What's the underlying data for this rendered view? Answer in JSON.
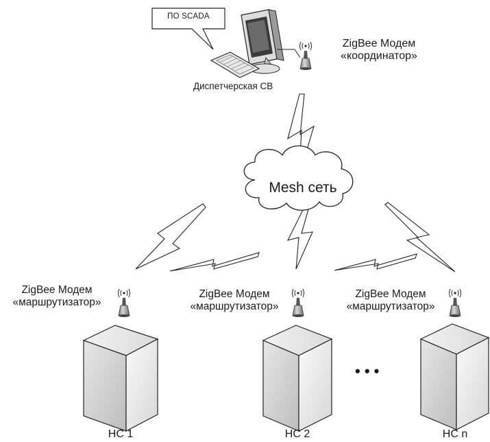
{
  "callout": {
    "text": "ПО SCADA"
  },
  "dispatcher": {
    "label": "Диспетчерская СВ"
  },
  "coordinator": {
    "line1": "ZigBee Модем",
    "line2": "«координатор»"
  },
  "mesh": {
    "label": "Mesh сеть"
  },
  "routers": [
    {
      "line1": "ZigBee Модем",
      "line2": "«маршрутизатор»"
    },
    {
      "line1": "ZigBee Модем",
      "line2": "«маршрутизатор»"
    },
    {
      "line1": "ZigBee Модем",
      "line2": "«маршрутизатор»"
    }
  ],
  "stations": [
    {
      "label": "НС 1"
    },
    {
      "label": "НС 2"
    },
    {
      "label": "НС n"
    }
  ],
  "ellipsis": "• • •"
}
